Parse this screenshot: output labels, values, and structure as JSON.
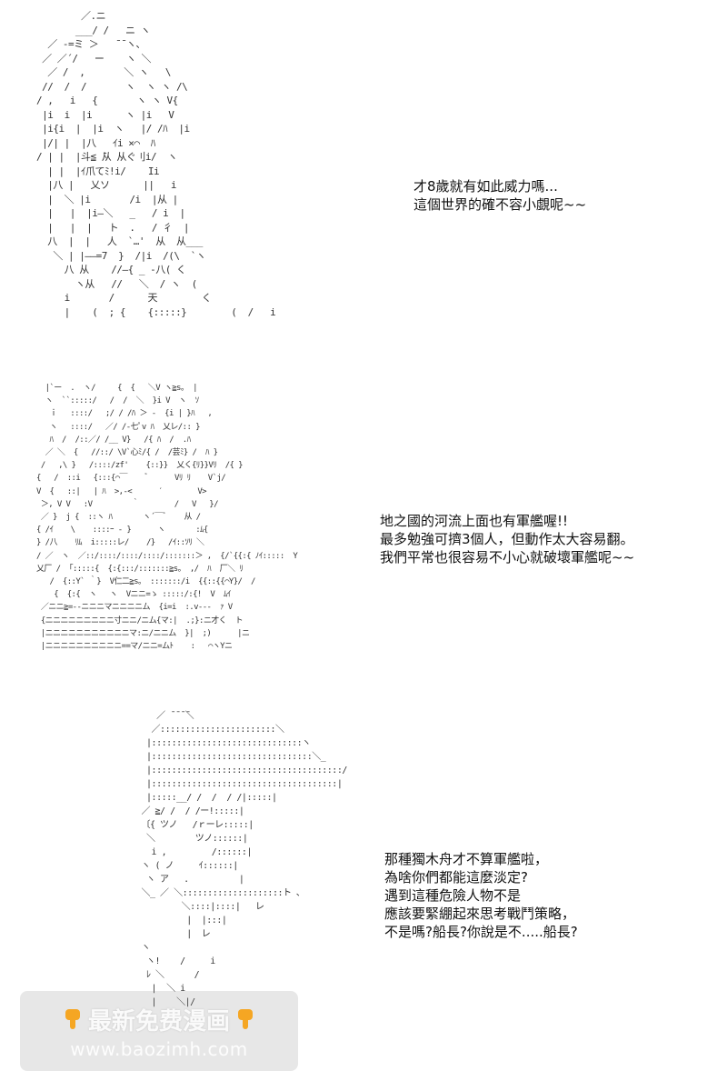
{
  "panels": [
    {
      "ascii_art": "        ／.ニ\n       ___/ /   ニ ヽ\n  ／ -=ミ ＞   ̄ ̄ ヽ、\n ／ ／´/   ー    ヽ ＼\n  ／ /  ,       ＼ ヽ   \\\n //  /  /       ヽ  ヽ ヽ /\\\n/ ,   i   {       ヽ ヽ V{\n |i  i  |i      ヽ |i   V\n |i{i  |  |i  ヽ   |/ /ﾊ  |i\n |/| |  |八   ｲi ×⌒  ﾊ\n/ | |  |斗≦ ̄从 从ぐ刂i/  ヽ\n  | |  |ｲ爪てﾐ!i/    Ii\n  |八 |   乂ソ      ||   i\n  |  ＼ |i       /i  |从 |\n  |   |  |i―＼   _   / i  |\n  |   |  |   ト  .   / 彳  |\n  八  |  |   人  `…'  从  从___\n   ＼ | |――=7  }  /|i  /(\\  `ヽ\n     八 从    //―{ _ -八( く\n       ヽ从   //   ＼  / ヽ  (\n     i       /      天        く\n     |    (  ; {    {:::::}        (  /   i",
      "dialogue": [
        "才8歲就有如此威力嗎...",
        "這個世界的確不容小覷呢~~"
      ]
    },
    {
      "ascii_art": "  |`ー  .  ヽ/     {  {   ＼V ヽ≧s。 |\n  ヽ  ``:::::/   /  /  ＼  }i V  ヽ  ｿ\n   ｉ   ::::/   ;/ / /ﾊ ＞ -  {i | }ﾊ   ,\n   ヽ   ::::/   ／/ /-七ﾟv ﾊ  乂レ/:: }\n   ﾊ  /  /::／/ /__ V}   /{ ﾊ  /  .ﾊ\n  ／ ＼  {   //::/ \\V`心ﾐ/{ /  /芸ﾐ} /  ﾊ }\n /   ,\\ }   /::::/zf'    {::}}  乂く{ﾘ}}Vﾘ  /{ }\n{   /  ::i   {:::{⌒￣    ﾞ      Vﾘ ﾘ    V`j/\nV  {   ::|   | ﾊ  >,‐<      ′        V>\n ＞, V V   :V         ｀        /   V   }/\n ／ }  j {  ::ヽ ﾊ       ヽ´￣ﾞ    从 /\n{ /ｲ    \\    ::::ｰ - }      ヽ       :ﾑ{\n} /八    ﾘﾑ  i:::::レ/    /}   /ｲ::ｿﾘ ＼\n/ ／  ヽ  ／::/::::/::::/::::/:::::::＞ ,  {/`{{:{ ﾉｲ:::::  Y\n乂厂 /  ｢:::::{  {:{:::/:::::::≧s。 ,/  ﾊ  厂＼ ﾘ\n   /  {::Y` ｀}  V仁二≧s。 :::::::/i  {{::{{⌒Y}/  /\n    {  {:{  ヽ   ヽ  Vニニ=ゝ :::::/:{!  V  ﾑｲ\n ／ニニ≧=‐-ニニニマニニニニム  {i=i  :.v---  ｧ V\n {ニニニニニニニニニ寸ニニ/ニム{マ:|  .;}:ニ才く  ト\n |ニニニニニニニニニニニマ:ニ/ニニム  }|  ;)      |ニ\n |ニニニニニニニニニニ==マ/ニニ=ムﾄ    :   ⌒ヽYニ",
      "dialogue": [
        "地之國的河流上面也有軍艦喔!!",
        "最多勉強可擠3個人，但動作太大容易翻。",
        "我們平常也很容易不小心就破壞軍艦呢~~"
      ]
    },
    {
      "ascii_art": "    ／ ̄ ̄ ̄ ̄＼\n   ／:::::::::::::::::::::::＼\n  |::::::::::::::::::::::::::::::ヽ\n  |::::::::::::::::::::::::::::::::＼_\n  |::::::::::::::::::::::::::::::::::::::/\n  |:::::::::::::::::::::::::::::::::::::|\n  |:::::__/ /  /  / /|:::::|\n ／ ≧/ /  / /ー!:::::|\n 〔{ ツノ   /ｒーレ:::::|\n  ＼        ツノ::::::|\n   i ,         /::::::|\n ヽ ( ノ     ｲ::::::|\n  ヽ ア   .          |\n ＼_ ／ ＼::::::::::::::::::::ト ､\n         ＼::::|::::|   レ\n          |  |:::|\n          |  レ\n ヽ\n  ヽ!    /     i\n  ﾚ ＼      /\n   |  ＼ i\n   |    ＼|/",
      "dialogue": [
        "那種獨木舟才不算軍艦啦，",
        "為啥你們都能這麼淡定?",
        "遇到這種危險人物不是",
        "應該要緊綳起來思考戰鬥策略，",
        "不是嗎?船長?你說是不.....船長?"
      ]
    }
  ],
  "watermark": {
    "title": "最新免费漫画",
    "url": "www.baozimh.com",
    "icon": "pointing-down-hand-icon",
    "icon_color": "#f5a623"
  }
}
